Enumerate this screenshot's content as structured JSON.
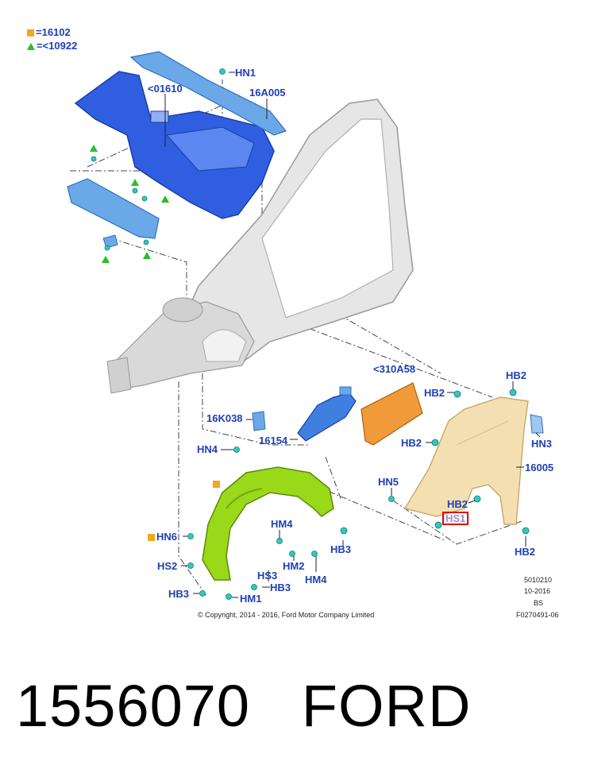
{
  "legend": [
    {
      "marker": "square",
      "color": "#f5a623",
      "text": "=16102"
    },
    {
      "marker": "triangle",
      "color": "#22c322",
      "text": "=<10922"
    }
  ],
  "callouts": {
    "hn1": "HN1",
    "p01610": "<01610",
    "p16a005": "16A005",
    "p310a58": "<310A58",
    "hb2_a": "HB2",
    "hb2_b": "HB2",
    "hb2_c": "HB2",
    "hb2_d": "HB2",
    "hb2_e": "HB2",
    "p16k038": "16K038",
    "hn3": "HN3",
    "p16154": "16154",
    "p16005": "16005",
    "hn4": "HN4",
    "hn5": "HN5",
    "hs1": "HS1",
    "hm4_a": "HM4",
    "hn6": "HN6",
    "hb3_a": "HB3",
    "hm2": "HM2",
    "hs2": "HS2",
    "hs3": "HS3",
    "hm4_b": "HM4",
    "hb3_b": "HB3",
    "hb3_c": "HB3",
    "hm1": "HM1"
  },
  "copyright": "© Copyright, 2014 - 2016, Ford Motor Company Limited",
  "doc_info": {
    "code1": "5010210",
    "date": "10-2016",
    "code2": "BS",
    "figure": "F0270491-06"
  },
  "caption": {
    "part_number": "1556070",
    "brand": "FORD"
  },
  "colors": {
    "callout": "#1f3fb5",
    "panel_blue": "#2f5fe0",
    "light_blue": "#6aa8e8",
    "liner_green": "#9ad81a",
    "fender_tan": "#f3dfb2",
    "shield_orange": "#f09a3a",
    "highlight": "#e00000"
  }
}
